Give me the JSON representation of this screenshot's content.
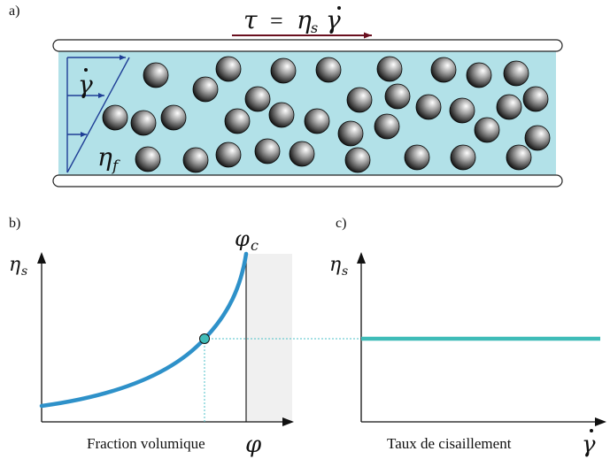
{
  "panel_a": {
    "label": "a)",
    "stress_tau": "τ",
    "stress_eq": "=",
    "stress_eta": "η",
    "stress_eta_sub": "s",
    "stress_gamma": "γ",
    "shear_rate_symbol": "γ",
    "fluid_viscosity": "η",
    "fluid_viscosity_sub": "f"
  },
  "panel_b": {
    "label": "b)",
    "y_axis_symbol": "η",
    "y_axis_sub": "s",
    "critical_symbol": "φ",
    "critical_sub": "c",
    "x_axis_label": "Fraction volumique",
    "x_axis_symbol": "φ"
  },
  "panel_c": {
    "label": "c)",
    "y_axis_symbol": "η",
    "y_axis_sub": "s",
    "x_axis_label": "Taux de cisaillement",
    "x_axis_symbol": "γ"
  },
  "colors": {
    "fluid": "#b2e1e8",
    "curve": "#2e91c9",
    "flat_line": "#3fbcb8",
    "arrow": "#1f3e96",
    "forbidden_zone": "#f0f0f0"
  }
}
